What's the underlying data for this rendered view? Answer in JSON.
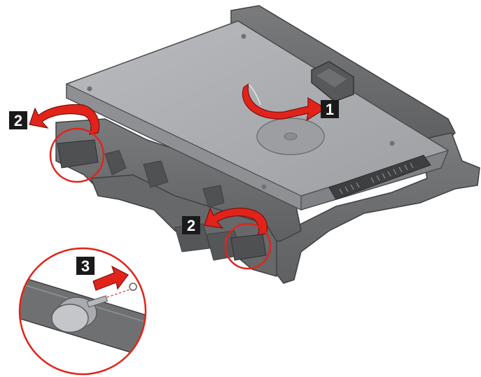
{
  "colors": {
    "tray": "#6d6e70",
    "tray_dark": "#58595b",
    "tray_light": "#8a8b8d",
    "drive_top": "#a7a9ac",
    "drive_edge": "#7d7f82",
    "accent": "#e2231a",
    "badge": "#1a1a1a"
  },
  "steps": {
    "step1": "1",
    "step2a": "2",
    "step2b": "2",
    "step3": "3"
  },
  "icons": {
    "rotate_arrow": "rotate-arrow-icon",
    "straight_arrow": "straight-arrow-icon"
  }
}
